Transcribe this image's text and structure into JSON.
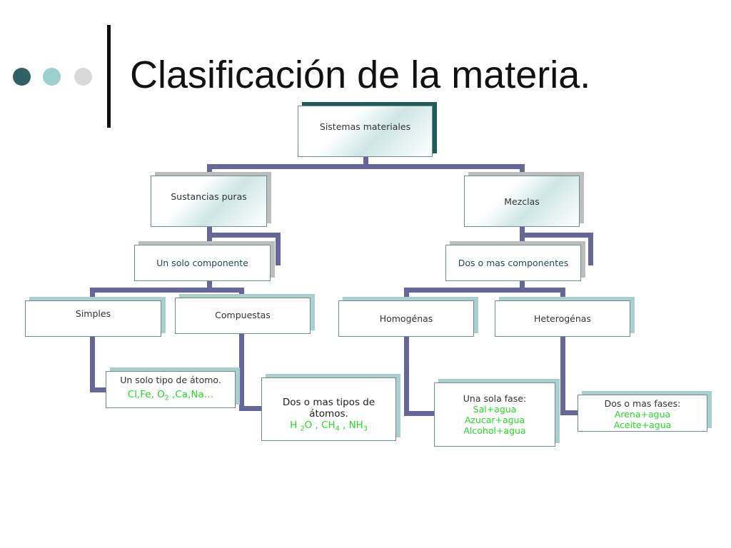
{
  "slide": {
    "title": "Clasificación de la materia."
  },
  "colors": {
    "connector": "#66669a",
    "example_text": "#22dd22",
    "dot_dark": "#2f6063",
    "dot_mid": "#9ccfcf",
    "dot_light": "#d9d9d9"
  },
  "diagram": {
    "root": "Sistemas materiales",
    "sustancias_puras": {
      "label": "Sustancias puras",
      "child": "Un solo componente",
      "simples": {
        "label": "Simples",
        "desc": "Un solo tipo de átomo.",
        "examples": "Cl,Fe, O",
        "examples_sub": "2",
        "examples_rest": " ,Ca,Na…"
      },
      "compuestas": {
        "label": "Compuestas",
        "desc": "Dos o mas tipos de átomos.",
        "examples_a": "H ",
        "examples_sub_a": "2",
        "examples_b": "O , CH",
        "examples_sub_b": "4",
        "examples_c": " , NH",
        "examples_sub_c": "3"
      }
    },
    "mezclas": {
      "label": "Mezclas",
      "child": "Dos o mas componentes",
      "homogeneas": {
        "label": "Homogénas",
        "desc": "Una sola fase:",
        "examples": [
          "Sal+agua",
          "Azucar+agua",
          "Alcohol+agua"
        ]
      },
      "heterogeneas": {
        "label": "Heterogénas",
        "desc": "Dos o mas fases:",
        "examples": [
          "Arena+agua",
          "Aceite+agua"
        ]
      }
    }
  }
}
